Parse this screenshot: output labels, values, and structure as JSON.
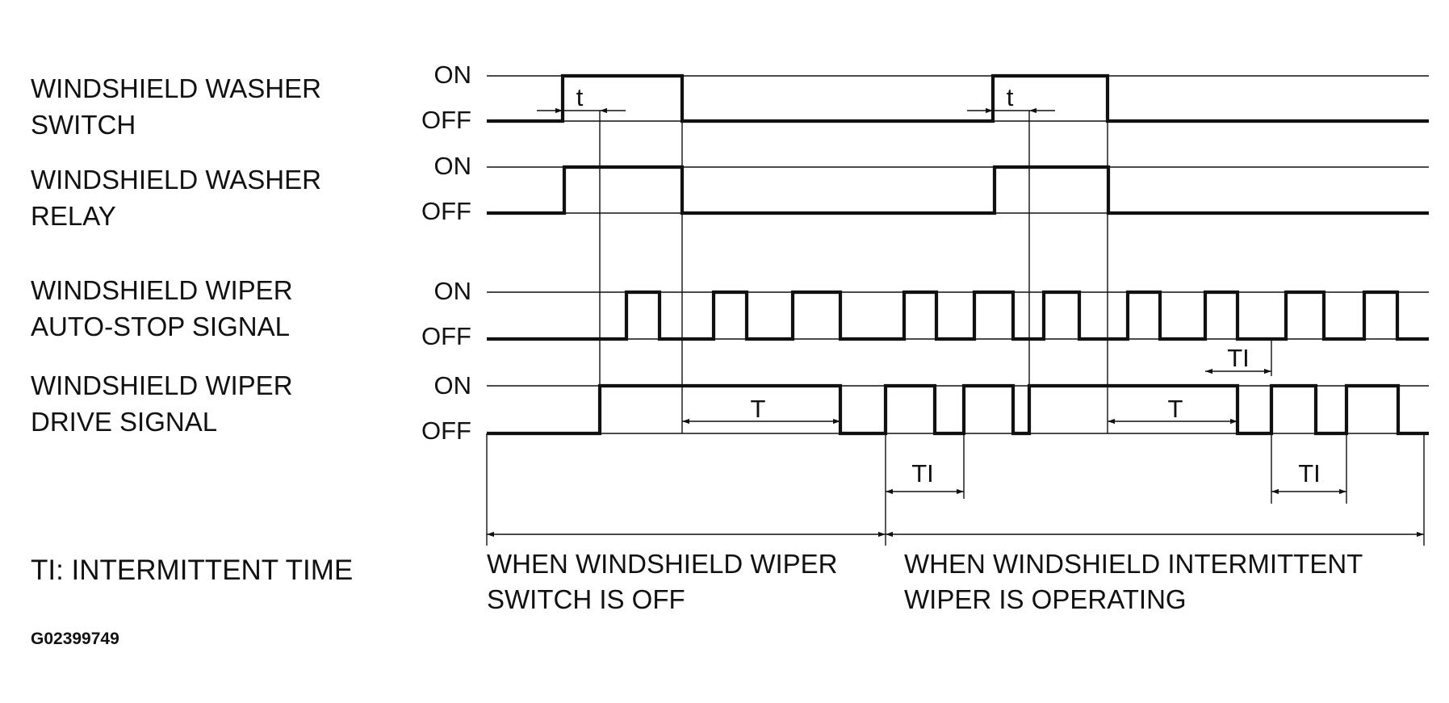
{
  "signals": [
    {
      "name_line1": "WINDSHIELD WASHER",
      "name_line2": "SWITCH",
      "on_label": "ON",
      "off_label": "OFF"
    },
    {
      "name_line1": "WINDSHIELD WASHER",
      "name_line2": "RELAY",
      "on_label": "ON",
      "off_label": "OFF"
    },
    {
      "name_line1": "WINDSHIELD WIPER",
      "name_line2": "AUTO-STOP SIGNAL",
      "on_label": "ON",
      "off_label": "OFF"
    },
    {
      "name_line1": "WINDSHIELD WIPER",
      "name_line2": "DRIVE SIGNAL",
      "on_label": "ON",
      "off_label": "OFF"
    }
  ],
  "dimensions": {
    "t_label": "t",
    "T_label": "T",
    "TI_label": "TI"
  },
  "legend": {
    "ti_definition": "TI: INTERMITTENT TIME"
  },
  "ranges": {
    "off_line1": "WHEN WINDSHIELD WIPER",
    "off_line2": "SWITCH IS OFF",
    "intermittent_line1": "WHEN WINDSHIELD INTERMITTENT",
    "intermittent_line2": "WIPER IS OPERATING"
  },
  "figure_id": "G02399749"
}
